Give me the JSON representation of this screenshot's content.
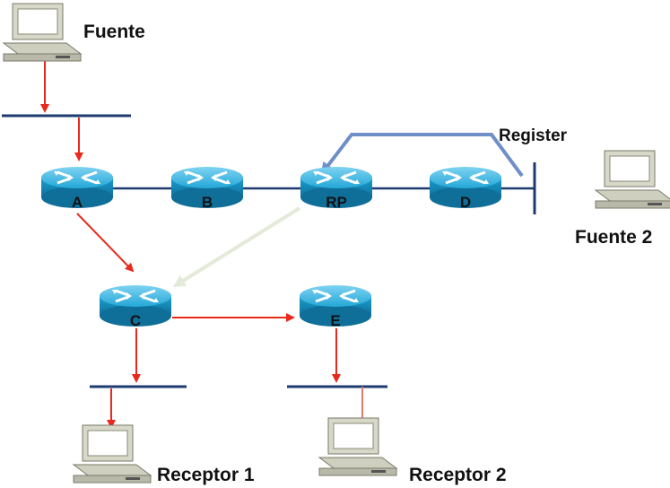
{
  "labels": {
    "source": "Fuente",
    "source2": "Fuente 2",
    "register": "Register",
    "receiver1": "Receptor 1",
    "receiver2": "Receptor 2"
  },
  "routers": {
    "a": "A",
    "b": "B",
    "rp": "RP",
    "d": "D",
    "c": "C",
    "e": "E"
  },
  "colors": {
    "multicast_flow": "#e8291c",
    "register_tunnel": "#6f8fc8",
    "join_path": "#e4ead8",
    "link": "#1d3b6e",
    "router_body": "#1aa0cf"
  }
}
